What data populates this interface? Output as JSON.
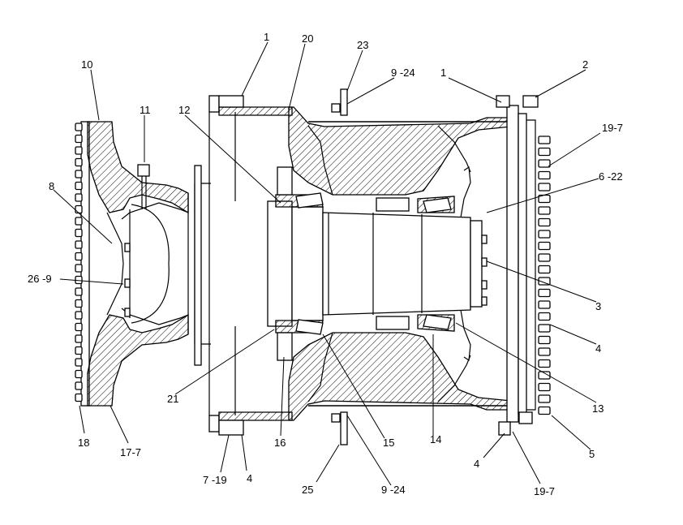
{
  "callouts": [
    {
      "id": "c-1a",
      "text": "1"
    },
    {
      "id": "c-20",
      "text": "20"
    },
    {
      "id": "c-23",
      "text": "23"
    },
    {
      "id": "c-9-24a",
      "text": "9 -24"
    },
    {
      "id": "c-1b",
      "text": "1"
    },
    {
      "id": "c-2",
      "text": "2"
    },
    {
      "id": "c-10",
      "text": "10"
    },
    {
      "id": "c-11",
      "text": "11"
    },
    {
      "id": "c-12",
      "text": "12"
    },
    {
      "id": "c-19-7a",
      "text": "19-7"
    },
    {
      "id": "c-6-22",
      "text": "6 -22"
    },
    {
      "id": "c-8",
      "text": "8"
    },
    {
      "id": "c-26-9",
      "text": "26 -9"
    },
    {
      "id": "c-3",
      "text": "3"
    },
    {
      "id": "c-4a",
      "text": "4"
    },
    {
      "id": "c-13",
      "text": "13"
    },
    {
      "id": "c-21",
      "text": "21"
    },
    {
      "id": "c-15",
      "text": "15"
    },
    {
      "id": "c-14",
      "text": "14"
    },
    {
      "id": "c-16",
      "text": "16"
    },
    {
      "id": "c-18",
      "text": "18"
    },
    {
      "id": "c-17-7",
      "text": "17-7"
    },
    {
      "id": "c-5",
      "text": "5"
    },
    {
      "id": "c-4b",
      "text": "4"
    },
    {
      "id": "c-7-19",
      "text": "7 -19"
    },
    {
      "id": "c-4c",
      "text": "4"
    },
    {
      "id": "c-25",
      "text": "25"
    },
    {
      "id": "c-9-24b",
      "text": "9 -24"
    },
    {
      "id": "c-19-7b",
      "text": "19-7"
    }
  ]
}
